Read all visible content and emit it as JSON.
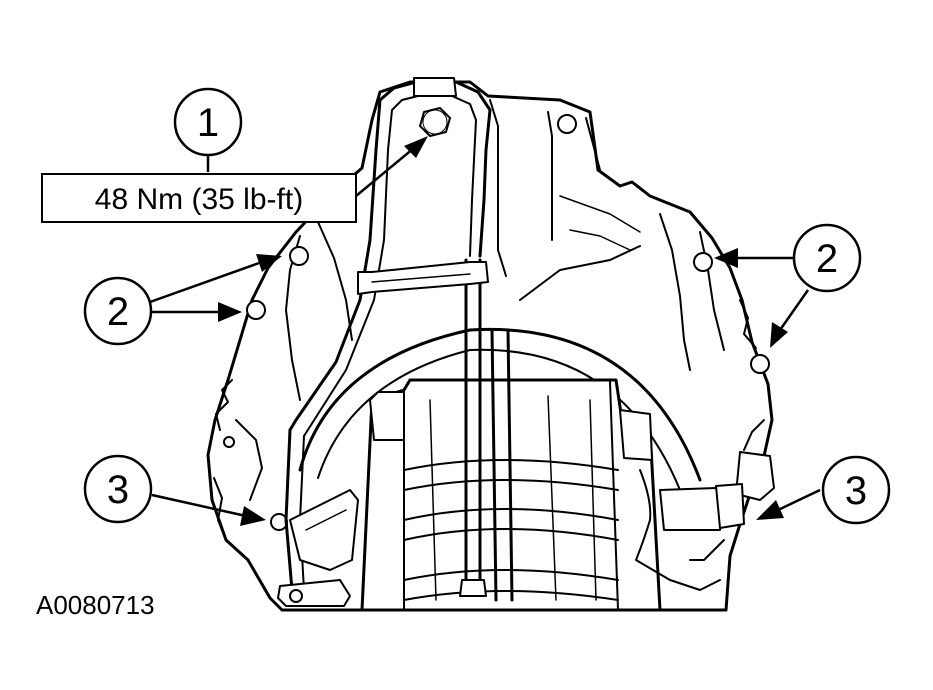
{
  "callouts": [
    {
      "id": "callout-1",
      "label": "1"
    },
    {
      "id": "callout-2-left",
      "label": "2"
    },
    {
      "id": "callout-2-right",
      "label": "2"
    },
    {
      "id": "callout-3-left",
      "label": "3"
    },
    {
      "id": "callout-3-right",
      "label": "3"
    }
  ],
  "torque_spec": "48 Nm (35 lb-ft)",
  "figure_id": "A0080713"
}
